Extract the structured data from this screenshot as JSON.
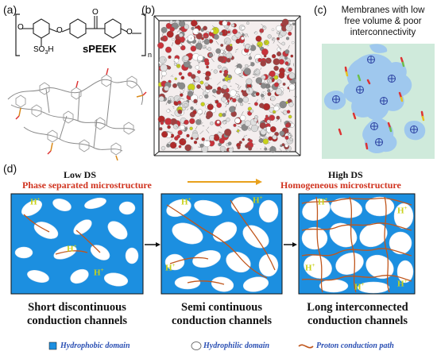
{
  "panels": {
    "a": {
      "label": "(a)",
      "chem": {
        "name": "sPEEK",
        "so3h": "SO",
        "so3h_sub": "3",
        "so3h_tail": "H",
        "o": "O",
        "n": "n"
      }
    },
    "b": {
      "label": "(b)"
    },
    "c": {
      "label": "(c)",
      "caption": [
        "Membranes with low",
        "free volume & poor",
        "interconnectivity"
      ]
    },
    "d": {
      "label": "(d)",
      "low_ds": "Low DS",
      "high_ds": "High DS",
      "low_micro": "Phase separated microstructure",
      "high_micro": "Homogeneous microstructure",
      "proton": "H",
      "proton_sup": "+",
      "captions": [
        [
          "Short discontinuous",
          "conduction channels"
        ],
        [
          "Semi continuous",
          "conduction channels"
        ],
        [
          "Long interconnected",
          "conduction channels"
        ]
      ],
      "legend": {
        "hydrophobic": "Hydrophobic domain",
        "hydrophilic": "Hydrophilic domain",
        "proton_path": "Proton conduction path"
      }
    }
  },
  "colors": {
    "hydrophobic_blue": "#1c8fe0",
    "panel_c_bg": "#cfeadb",
    "panel_c_blob": "#9fc8ee",
    "phase_red": "#d0331f",
    "arrow_gold": "#e8a11c",
    "path_orange": "#c0561c",
    "proton_green": "#c9d21a",
    "legend_text": "#2a4fb3"
  }
}
